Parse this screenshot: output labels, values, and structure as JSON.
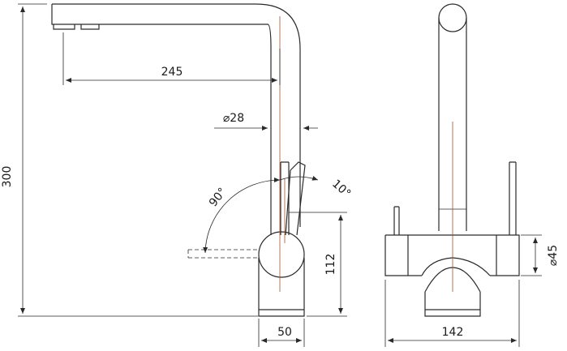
{
  "dimensions": {
    "height_total": "300",
    "spout_reach": "245",
    "spout_diameter": "⌀28",
    "base_height": "112",
    "base_width": "50",
    "total_width": "142",
    "body_diameter": "⌀45",
    "handle_angle_left": "90°",
    "handle_angle_right": "10°"
  },
  "colors": {
    "line": "#2a2a2a",
    "centerline": "#a0522d"
  }
}
